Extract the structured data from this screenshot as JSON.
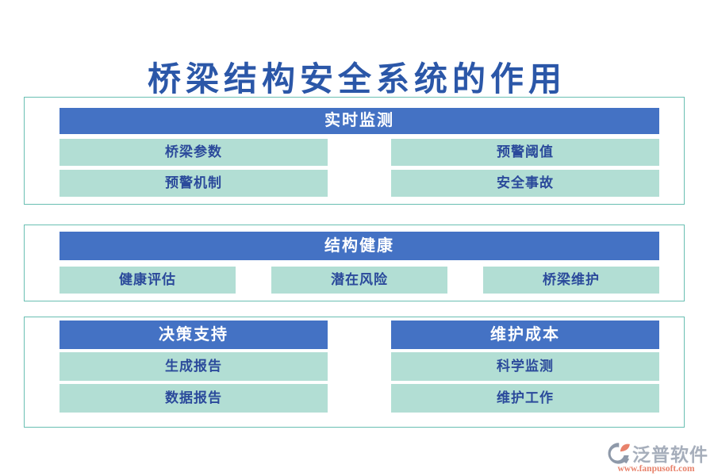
{
  "title": "桥梁结构安全系统的作用",
  "sections": [
    {
      "header": "实时监测",
      "items": [
        "桥梁参数",
        "预警阈值",
        "预警机制",
        "安全事故"
      ]
    },
    {
      "header": "结构健康",
      "items": [
        "健康评估",
        "潜在风险",
        "桥梁维护"
      ]
    },
    {
      "headers": [
        "决策支持",
        "维护成本"
      ],
      "items": [
        "生成报告",
        "科学监测",
        "数据报告",
        "维护工作"
      ]
    }
  ],
  "logo": {
    "brand": "泛普软件",
    "website": "www.fanpusoft.com"
  },
  "colors": {
    "header_blue": "#4472C4",
    "box_green": "#B2DED4",
    "panel_border": "#69BFB2",
    "title_blue": "#2B57A8",
    "box_text": "#2B4A9B",
    "header_text": "#FFFFFF",
    "brand_gray": "#A6AEBB",
    "brand_salmon": "#E8826B",
    "logo_icon_gray": "#8E99A9"
  }
}
